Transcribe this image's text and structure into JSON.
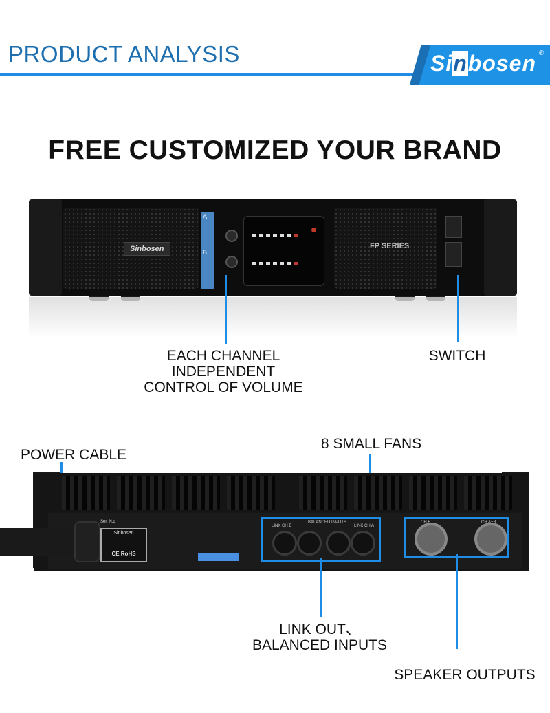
{
  "header": {
    "title": "PRODUCT ANALYSIS",
    "logo": {
      "text_pre": "Si",
      "text_hl": "n",
      "text_post": "bosen",
      "registered": "®"
    },
    "colors": {
      "title": "#1e6fb0",
      "accent": "#1f8de6",
      "logo_bg": "#1e93e6"
    }
  },
  "headline": "FREE CUSTOMIZED YOUR BRAND",
  "front_view": {
    "brand_badge": "Sinbosen",
    "series_label": "FP SERIES",
    "channel_labels": [
      "A",
      "B"
    ],
    "callouts": [
      {
        "id": "volume",
        "lines": [
          "EACH CHANNEL",
          "INDEPENDENT",
          "CONTROL OF VOLUME"
        ]
      },
      {
        "id": "switch",
        "lines": [
          "SWITCH"
        ]
      }
    ]
  },
  "rear_view": {
    "plate_brand": "Sinbosen",
    "plate_marks": "CE  RoHS",
    "serial_label": "Ser. N.o",
    "connector_labels": [
      "LINK CH B",
      "BALANCED INPUTS",
      "LINK CH A"
    ],
    "speaker_labels": [
      "CH B",
      "CH A+B"
    ],
    "speaker_header": "SPEAKER OUTPUTS",
    "callouts": [
      {
        "id": "power",
        "lines": [
          "POWER CABLE"
        ]
      },
      {
        "id": "fans",
        "lines": [
          "8 SMALL FANS"
        ]
      },
      {
        "id": "inputs",
        "lines": [
          "LINK OUT、",
          "BALANCED INPUTS"
        ]
      },
      {
        "id": "outputs",
        "lines": [
          "SPEAKER OUTPUTS"
        ]
      }
    ]
  }
}
